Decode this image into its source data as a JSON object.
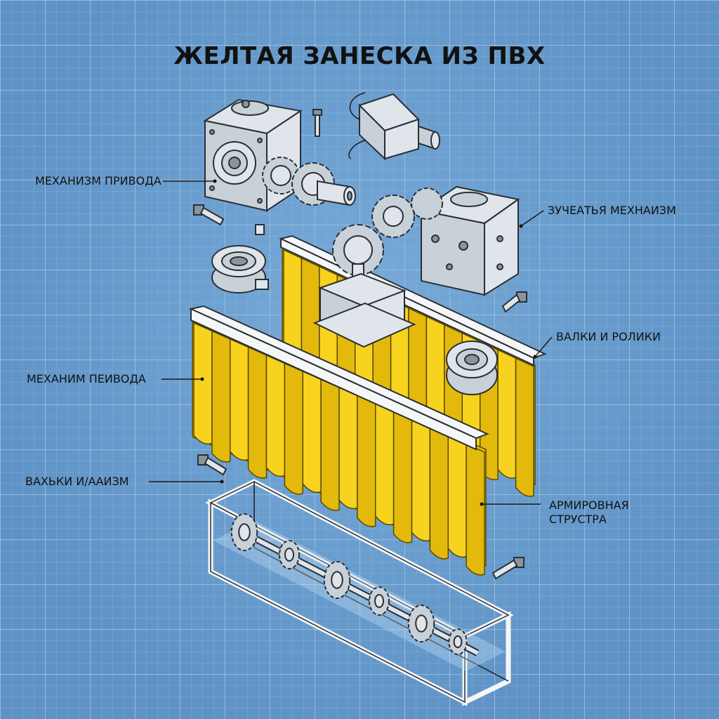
{
  "title": "ЖЕЛТАЯ ЗАНЕСКА ИЗ ПВХ",
  "labels": {
    "drive_mechanism": "МЕХАНИЗМ ПРИВОДА",
    "gear_mechanism": "ЗУЧЕАТЬЯ МЕХНАИЗМ",
    "rollers": "ВАЛКИ И РОЛИКИ",
    "drive_mechanism_2": "МЕХАНИМ ПЕИВОДА",
    "rollers_mechanism": "ВАХЬКИ И/ААИЗМ",
    "reinforced_structure": "АРМИРОВНАЯ СТРУСТРА"
  },
  "colors": {
    "background": "#5f93c6",
    "curtain": "#f7d31f",
    "metal": "#dfe5ea",
    "outline": "#2a2f36"
  }
}
